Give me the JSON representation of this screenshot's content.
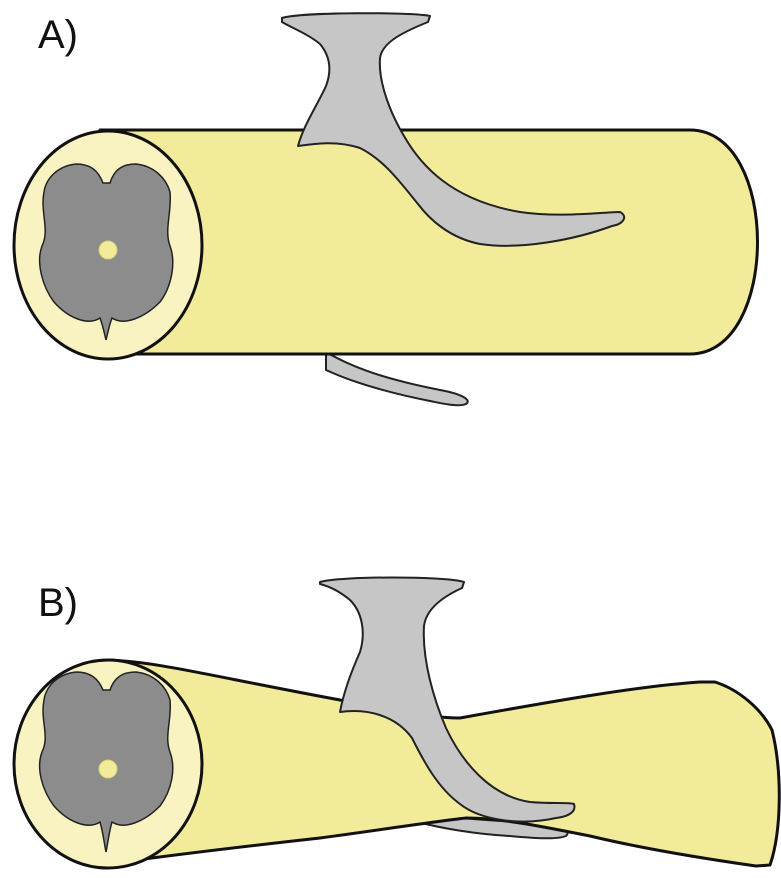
{
  "colors": {
    "background": "#ffffff",
    "cord_fill": "#f2ec9a",
    "cord_end_fill": "#f8f3c0",
    "cord_outline": "#111111",
    "gray_matter": "#8c8c8c",
    "central_canal": "#f2ec9a",
    "appendage_fill": "#c6c6c6",
    "appendage_outline": "#222222"
  },
  "panels": [
    {
      "label": "A)",
      "shape": "straight cylinder",
      "parts": [
        "cord-body",
        "cross-section",
        "gray-matter",
        "central-canal",
        "dorsal-appendage",
        "ventral-appendage"
      ]
    },
    {
      "label": "B)",
      "shape": "pinched cylinder",
      "parts": [
        "cord-body",
        "cross-section",
        "gray-matter",
        "central-canal",
        "dorsal-appendage",
        "ventral-appendage"
      ]
    }
  ]
}
